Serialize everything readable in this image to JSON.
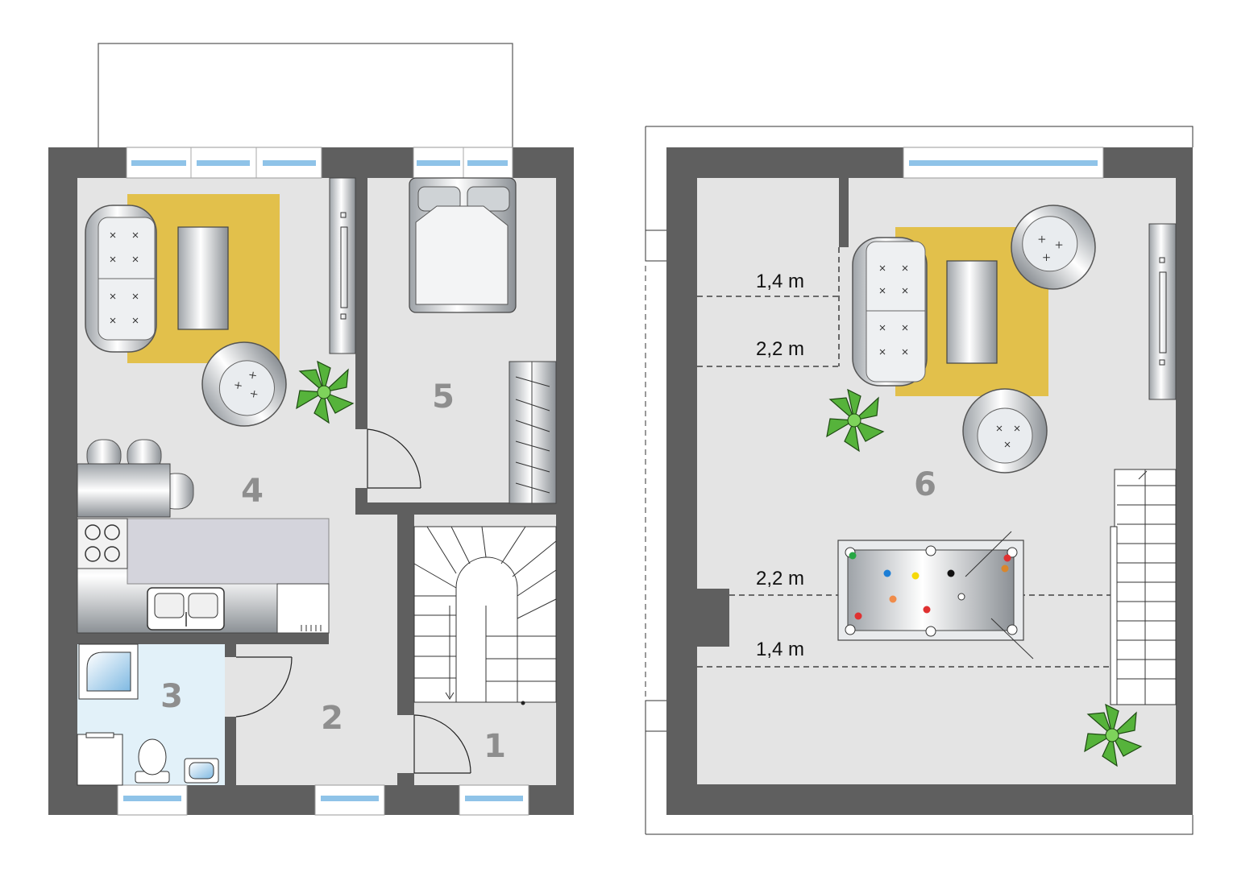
{
  "rooms": {
    "r1": "1",
    "r2": "2",
    "r3": "3",
    "r4": "4",
    "r5": "5",
    "r6": "6"
  },
  "dimensions": {
    "d1": "1,4 m",
    "d2": "2,2 m",
    "d3": "2,2 m",
    "d4": "1,4 m"
  },
  "colors": {
    "wall": "#5f5f5f",
    "floor": "#e4e4e4",
    "bathroom_floor": "#e2f1f9",
    "rug": "#e2c04b",
    "glass": "#8fc3e8",
    "plant": "#54b13a",
    "counter": "#d4d4dc"
  }
}
